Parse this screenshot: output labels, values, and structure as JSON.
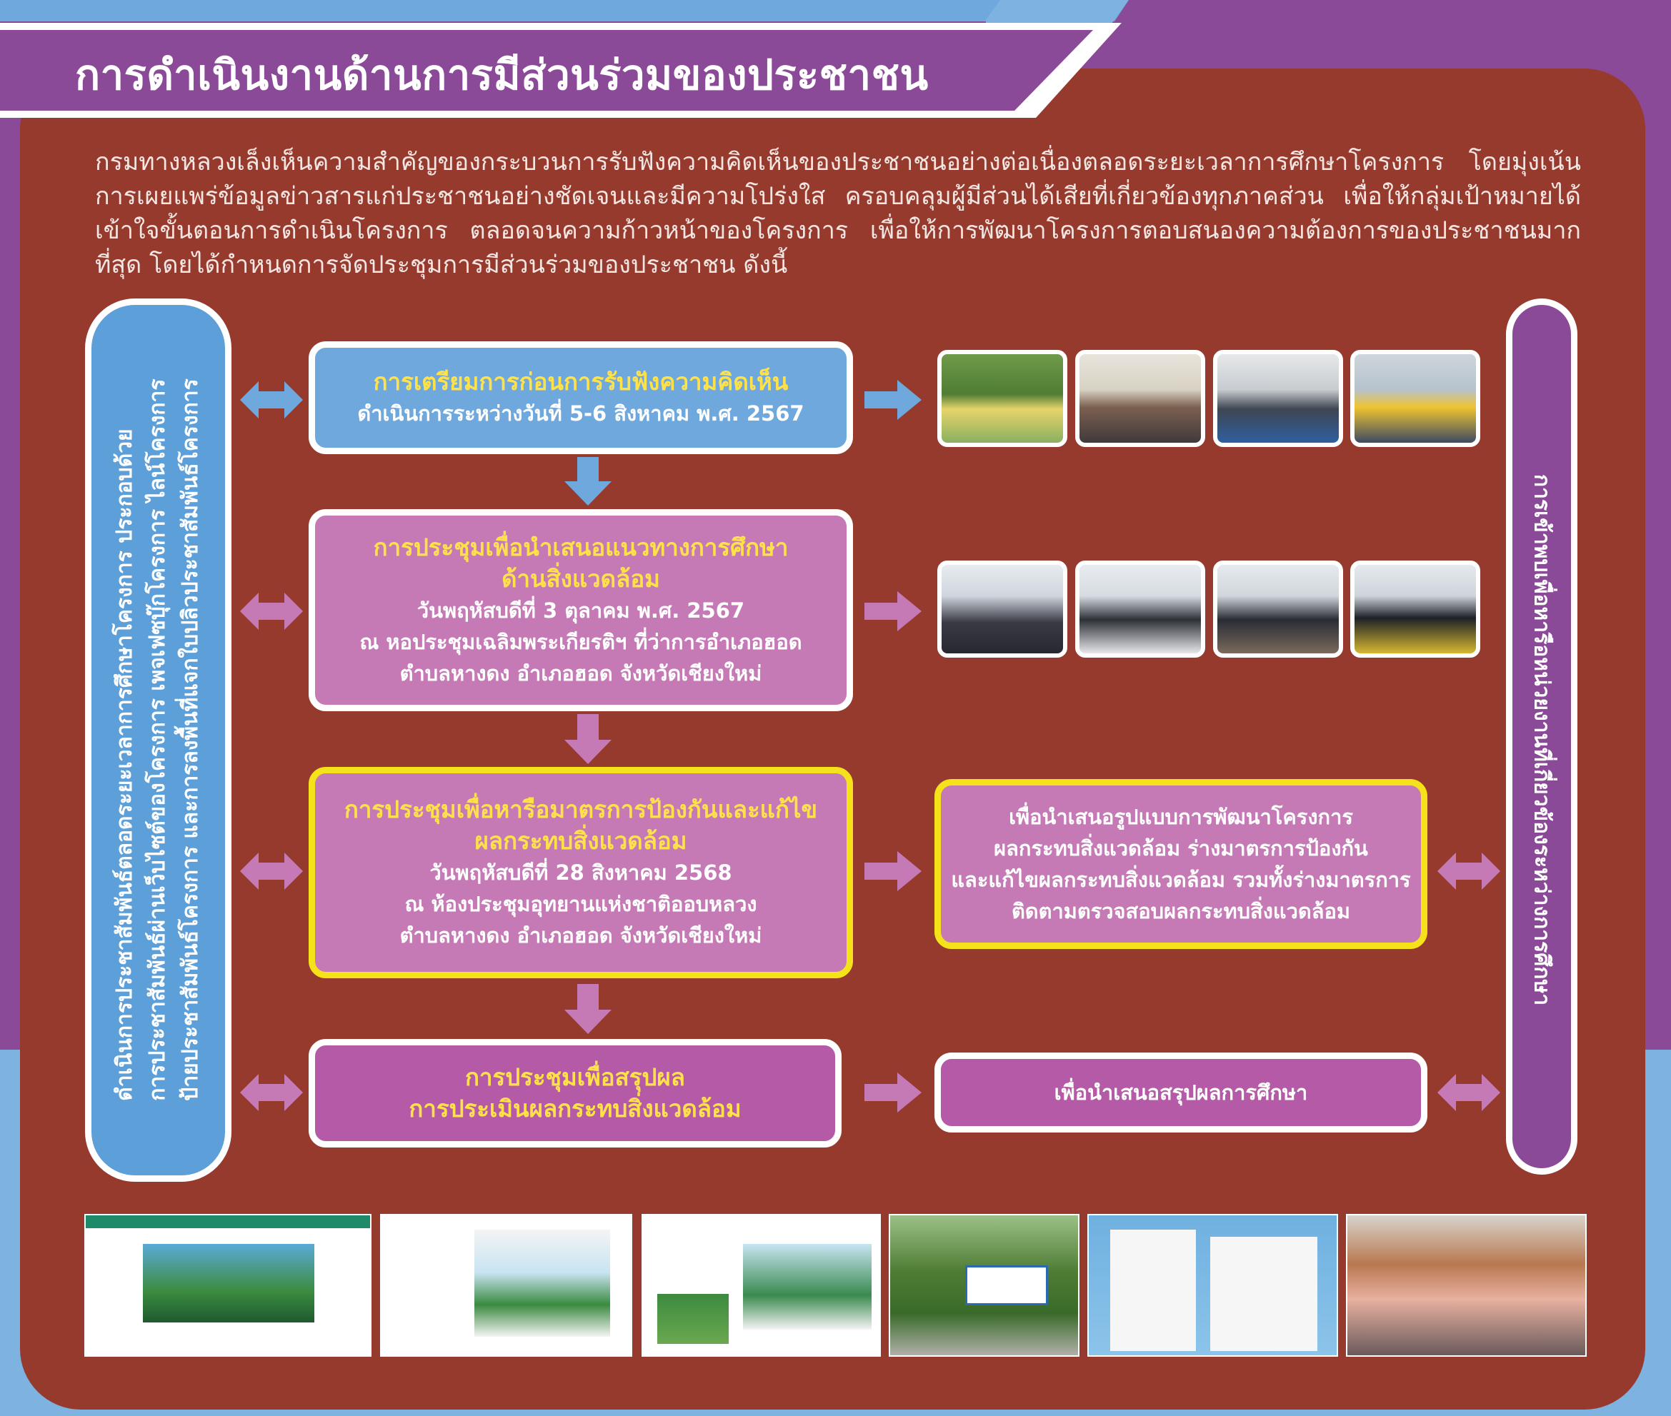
{
  "title": "การดำเนินงานด้านการมีส่วนร่วมของประชาชน",
  "intro": "กรมทางหลวงเล็งเห็นความสำคัญของกระบวนการรับฟังความคิดเห็นของประชาชนอย่างต่อเนื่องตลอดระยะเวลาการศึกษาโครงการ โดยมุ่งเน้นการเผยแพร่ข้อมูลข่าวสารแก่ประชาชนอย่างชัดเจนและมีความโปร่งใส ครอบคลุมผู้มีส่วนได้เสียที่เกี่ยวข้องทุกภาคส่วน เพื่อให้กลุ่มเป้าหมายได้เข้าใจขั้นตอนการดำเนินโครงการ ตลอดจนความก้าวหน้าของโครงการ เพื่อให้การพัฒนาโครงการตอบสนองความต้องการของประชาชนมากที่สุด โดยได้กำหนดการจัดประชุมการมีส่วนร่วมของประชาชน ดังนี้",
  "left_pillar": {
    "line1": "ดำเนินการประชาสัมพันธ์ตลอดระยะเวลาการศึกษาโครงการ ประกอบด้วย",
    "line2": "การประชาสัมพันธ์ผ่านเว็บไซต์ของโครงการ เพจเฟซบุ๊กโครงการ ไลน์โครงการ",
    "line3": "ป้ายประชาสัมพันธ์โครงการ และการลงพื้นที่แจกใบปลิวประชาสัมพันธ์โครงการ"
  },
  "right_pillar": {
    "text": "การเข้าพบเพื่อหารือหน่วยงานที่เกี่ยวข้องระหว่างการศึกษา"
  },
  "steps": [
    {
      "heading": "การเตรียมการก่อนการรับฟังความคิดเห็น",
      "lines": [
        "ดำเนินการระหว่างวันที่ 5-6 สิงหาคม พ.ศ. 2567"
      ]
    },
    {
      "heading": "การประชุมเพื่อนำเสนอแนวทางการศึกษา",
      "heading2": "ด้านสิ่งแวดล้อม",
      "lines": [
        "วันพฤหัสบดีที่ 3 ตุลาคม พ.ศ. 2567",
        "ณ หอประชุมเฉลิมพระเกียรติฯ ที่ว่าการอำเภอฮอด",
        "ตำบลหางดง อำเภอฮอด จังหวัดเชียงใหม่"
      ]
    },
    {
      "heading": "การประชุมเพื่อหารือมาตรการป้องกันและแก้ไข",
      "heading2": "ผลกระทบสิ่งแวดล้อม",
      "lines": [
        "วันพฤหัสบดีที่ 28 สิงหาคม 2568",
        "ณ ห้องประชุมอุทยานแห่งชาติออบหลวง",
        "ตำบลหางดง อำเภอฮอด จังหวัดเชียงใหม่"
      ]
    },
    {
      "heading": "การประชุมเพื่อสรุปผล",
      "heading2": "การประเมินผลกระทบสิ่งแวดล้อม"
    }
  ],
  "notes": {
    "step3": [
      "เพื่อนำเสนอรูปแบบการพัฒนาโครงการ",
      "ผลกระทบสิ่งแวดล้อม ร่างมาตรการป้องกัน",
      "และแก้ไขผลกระทบสิ่งแวดล้อม รวมทั้งร่างมาตรการ",
      "ติดตามตรวจสอบผลกระทบสิ่งแวดล้อม"
    ],
    "step4": "เพื่อนำเสนอสรุปผลการศึกษา"
  },
  "colors": {
    "panel": "#973a2e",
    "purple": "#8a4a98",
    "blue": "#6fa8dc",
    "pink": "#c57ab6",
    "yellow": "#f5e21a",
    "heading_yellow": "#ffe14a"
  },
  "icons": [
    "double-arrow-icon",
    "arrow-right-icon",
    "arrow-down-icon"
  ]
}
